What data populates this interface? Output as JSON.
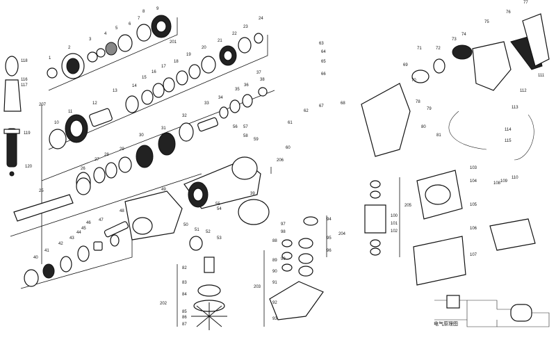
{
  "callouts": [
    "1",
    "2",
    "3",
    "4",
    "5",
    "6",
    "7",
    "8",
    "9",
    "10",
    "11",
    "12",
    "13",
    "14",
    "15",
    "16",
    "17",
    "18",
    "19",
    "20",
    "21",
    "22",
    "23",
    "24",
    "25",
    "26",
    "27",
    "28",
    "29",
    "30",
    "31",
    "32",
    "33",
    "34",
    "35",
    "36",
    "37",
    "38",
    "39",
    "40",
    "41",
    "42",
    "43",
    "44",
    "45",
    "46",
    "47",
    "48",
    "49",
    "50",
    "51",
    "52",
    "53",
    "54",
    "55",
    "56",
    "57",
    "58",
    "59",
    "60",
    "61",
    "62",
    "63",
    "64",
    "65",
    "66",
    "67",
    "68",
    "69",
    "70",
    "71",
    "72",
    "73",
    "74",
    "75",
    "76",
    "77",
    "78",
    "79",
    "80",
    "81",
    "82",
    "83",
    "84",
    "85",
    "86",
    "87",
    "88",
    "89",
    "90",
    "91",
    "92",
    "93",
    "94",
    "95",
    "96",
    "97",
    "98",
    "99",
    "100",
    "101",
    "102",
    "103",
    "104",
    "105",
    "106",
    "107",
    "108",
    "109",
    "110",
    "111",
    "112",
    "113",
    "114",
    "115",
    "116",
    "117",
    "118",
    "119",
    "120",
    "201",
    "202",
    "203",
    "204",
    "205",
    "206",
    "207"
  ],
  "schematic_caption": "电气原理图",
  "colors": {
    "ink": "#111111",
    "paper": "#ffffff"
  }
}
